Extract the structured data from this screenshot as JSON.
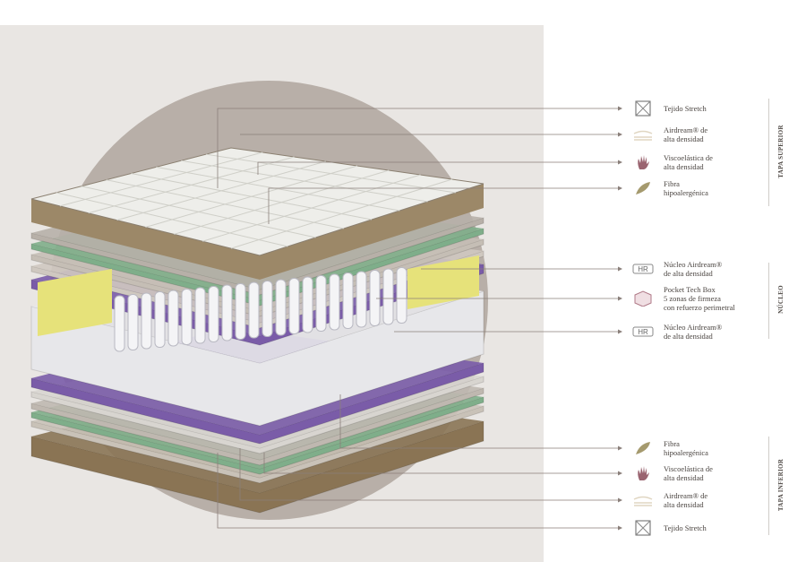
{
  "sections": [
    {
      "title": "TAPA SUPERIOR",
      "items": [
        {
          "icon": "stretch-fabric-icon",
          "lines": [
            "Tejido Stretch"
          ]
        },
        {
          "icon": "foam-layers-icon",
          "lines": [
            "Airdream® de",
            "alta densidad"
          ]
        },
        {
          "icon": "hand-print-icon",
          "lines": [
            "Viscoelástica de",
            "alta densidad"
          ]
        },
        {
          "icon": "leaf-icon",
          "lines": [
            "Fibra",
            "hipoalergénica"
          ]
        }
      ]
    },
    {
      "title": "NÚCLEO",
      "items": [
        {
          "icon": "hr-badge-icon",
          "badge": "HR",
          "lines": [
            "Núcleo Airdream®",
            "de alta densidad"
          ]
        },
        {
          "icon": "pocket-springs-icon",
          "lines": [
            "Pocket Tech Box",
            "5 zonas de firmeza",
            "con refuerzo perimetral"
          ]
        },
        {
          "icon": "hr-badge-icon",
          "badge": "HR",
          "lines": [
            "Núcleo Airdream®",
            "de alta densidad"
          ]
        }
      ]
    },
    {
      "title": "TAPA INFERIOR",
      "items": [
        {
          "icon": "leaf-icon",
          "lines": [
            "Fibra",
            "hipoalergénica"
          ]
        },
        {
          "icon": "hand-print-icon",
          "lines": [
            "Viscoelástica de",
            "alta densidad"
          ]
        },
        {
          "icon": "foam-layers-icon",
          "lines": [
            "Airdream® de",
            "alta densidad"
          ]
        },
        {
          "icon": "stretch-fabric-icon",
          "lines": [
            "Tejido Stretch"
          ]
        }
      ]
    }
  ],
  "colors": {
    "panel": "#e9e6e3",
    "circle": "#b8afa8",
    "purple": "#7a5ca8",
    "green": "#7fae8a",
    "beige": "#8a7454",
    "yellow": "#e6e27a",
    "leader": "#8a7f7a"
  }
}
